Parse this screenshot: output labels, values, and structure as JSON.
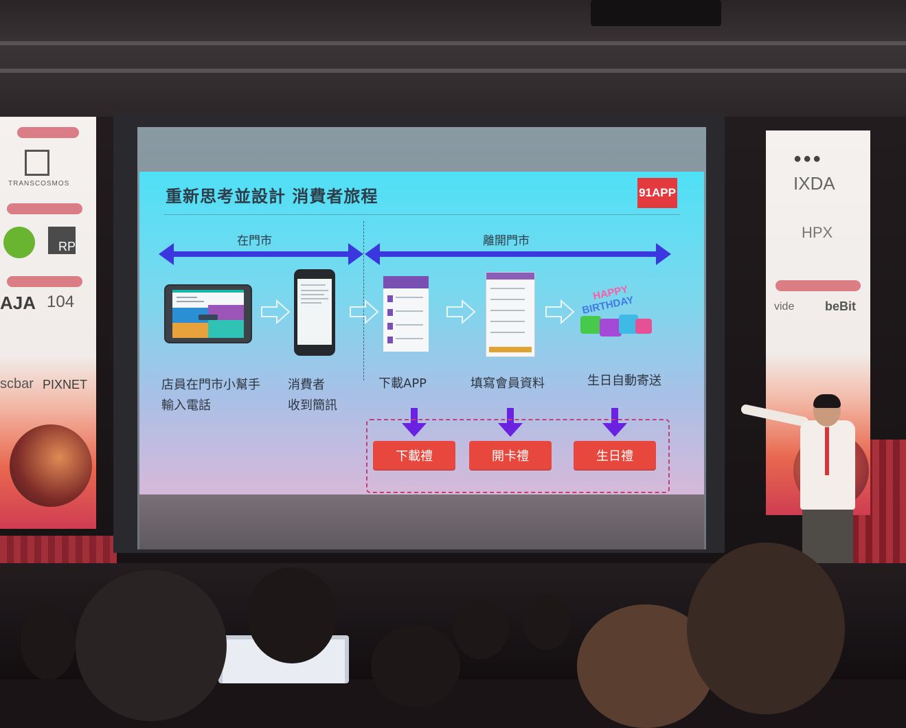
{
  "slide": {
    "title": "重新思考並設計 消費者旅程",
    "logo": "91APP",
    "section_in_store": "在門市",
    "section_leaving": "離開門市",
    "steps": [
      {
        "caption_line1": "店員在門市小幫手",
        "caption_line2": "輸入電話"
      },
      {
        "caption_line1": "消費者",
        "caption_line2": "收到簡訊"
      },
      {
        "caption_line1": "下載APP",
        "caption_line2": ""
      },
      {
        "caption_line1": "填寫會員資料",
        "caption_line2": ""
      },
      {
        "caption_line1": "生日自動寄送",
        "caption_line2": ""
      }
    ],
    "gifts": [
      "下載禮",
      "開卡禮",
      "生日禮"
    ],
    "birthday_image_text_1": "HAPPY",
    "birthday_image_text_2": "BIRTHDAY"
  },
  "banner_left": {
    "logos": [
      "TRANSCOSMOS",
      "RP",
      "AJA",
      "104",
      "scbar",
      "PIXNET"
    ]
  },
  "banner_right": {
    "logos": [
      "IXDA",
      "HPX",
      "vide",
      "beBit"
    ]
  },
  "colors": {
    "slide_cyan": "#4fe0f6",
    "arrow_blue": "#3a36e0",
    "gift_red": "#e8473e",
    "logo_red": "#e33a40"
  }
}
